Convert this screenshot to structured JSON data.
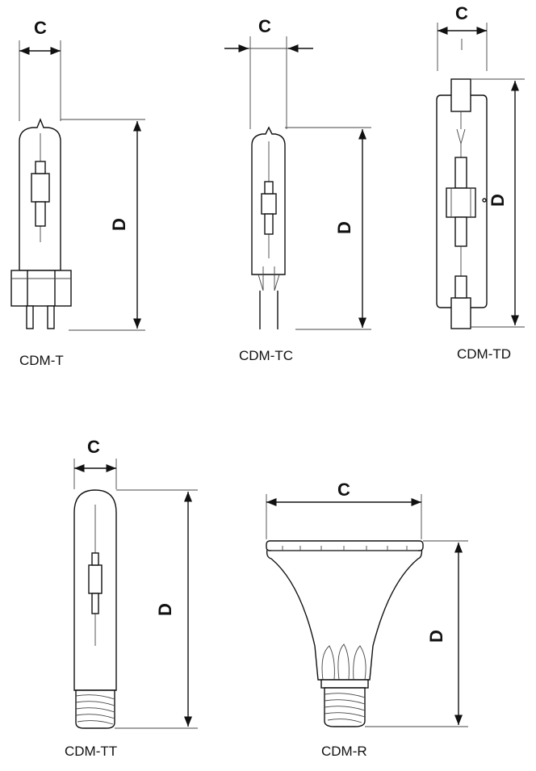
{
  "dimension_labels": {
    "width": "C",
    "length": "D"
  },
  "lamps": [
    {
      "name": "CDM-T"
    },
    {
      "name": "CDM-TC"
    },
    {
      "name": "CDM-TD"
    },
    {
      "name": "CDM-TT"
    },
    {
      "name": "CDM-R"
    }
  ],
  "colors": {
    "line": "#111111",
    "background": "#ffffff"
  }
}
